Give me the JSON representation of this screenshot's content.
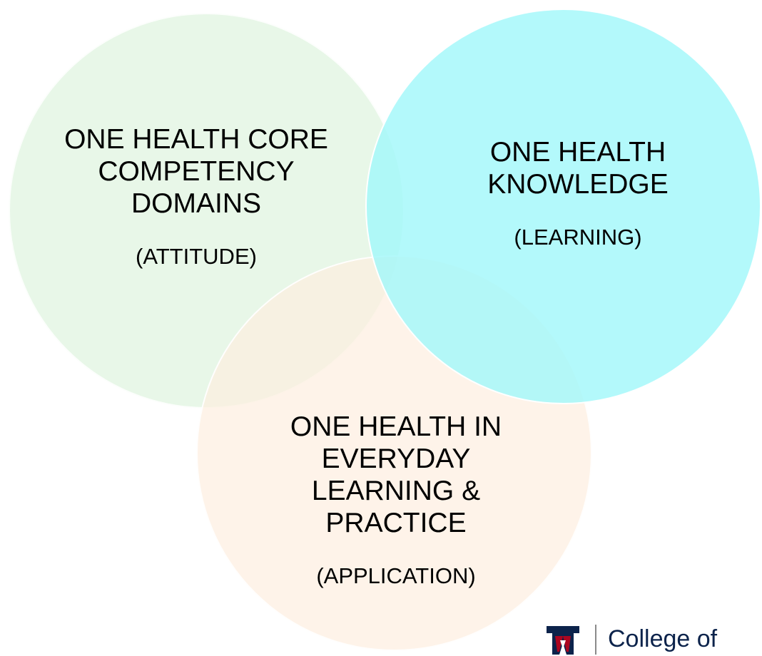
{
  "circles": {
    "attitude": {
      "title": "ONE HEALTH CORE\nCOMPETENCY\nDOMAINS",
      "subtitle": "(ATTITUDE)",
      "color": "#e6f6e6"
    },
    "knowledge": {
      "title": "ONE HEALTH\nKNOWLEDGE",
      "subtitle": "(LEARNING)",
      "color": "#a6f7fa"
    },
    "application": {
      "title": "ONE HEALTH IN\nEVERYDAY\nLEARNING &\nPRACTICE",
      "subtitle": "(APPLICATION)",
      "color": "#fdf0e2"
    }
  },
  "logo": {
    "text": "College of",
    "icon": "university-of-arizona-a-icon",
    "colors": {
      "navy": "#0c234b",
      "red": "#ab0520"
    }
  }
}
